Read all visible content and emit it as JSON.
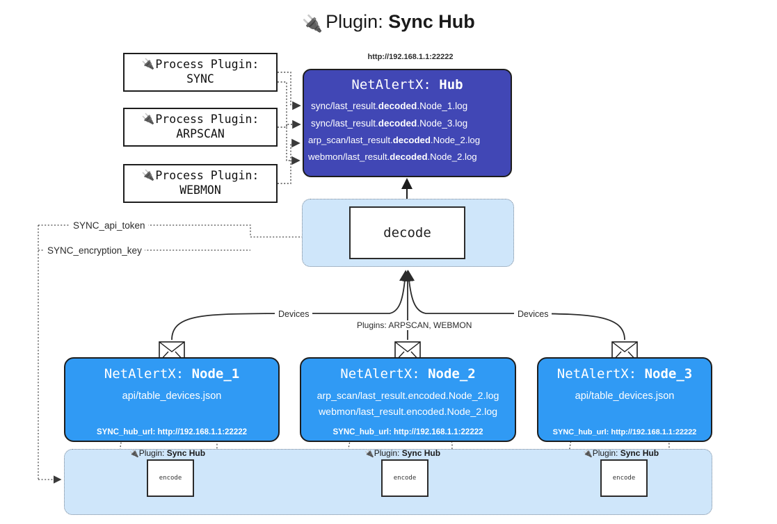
{
  "title": {
    "icon": "plug-icon",
    "prefix": "Plugin: ",
    "name": "Sync Hub"
  },
  "process_plugins": [
    {
      "icon": "plug-icon",
      "line1": "Process Plugin:",
      "line2": "SYNC"
    },
    {
      "icon": "plug-icon",
      "line1": "Process Plugin:",
      "line2": "ARPSCAN"
    },
    {
      "icon": "plug-icon",
      "line1": "Process Plugin:",
      "line2": "WEBMON"
    }
  ],
  "hub": {
    "url": "http://192.168.1.1:22222",
    "title_prefix": "NetAlertX: ",
    "title_name": "Hub",
    "logs": [
      {
        "pre": "sync/last_result.",
        "mid": "decoded",
        "post": ".Node_1.log"
      },
      {
        "pre": "sync/last_result.",
        "mid": "decoded",
        "post": ".Node_3.log"
      },
      {
        "pre": "arp_scan/last_result.",
        "mid": "decoded",
        "post": ".Node_2.log"
      },
      {
        "pre": "webmon/last_result.",
        "mid": "decoded",
        "post": ".Node_2.log"
      }
    ]
  },
  "decode": {
    "label": "decode"
  },
  "tokens": {
    "api_token": "SYNC_api_token",
    "encryption_key": "SYNC_encryption_key"
  },
  "edge_labels": {
    "devices_left": "Devices",
    "devices_right": "Devices",
    "plugins": "Plugins: ARPSCAN, WEBMON"
  },
  "nodes": [
    {
      "title_prefix": "NetAlertX: ",
      "title_name": "Node_1",
      "lines": [
        "api/table_devices.json"
      ],
      "url_label": "SYNC_hub_url: http://192.168.1.1:22222",
      "envelope_icon": "envelope-icon"
    },
    {
      "title_prefix": "NetAlertX: ",
      "title_name": "Node_2",
      "lines": [
        "arp_scan/last_result.encoded.Node_2.log",
        "webmon/last_result.encoded.Node_2.log"
      ],
      "url_label": "SYNC_hub_url: http://192.168.1.1:22222",
      "envelope_icon": "envelope-icon"
    },
    {
      "title_prefix": "NetAlertX: ",
      "title_name": "Node_3",
      "lines": [
        "api/table_devices.json"
      ],
      "url_label": "SYNC_hub_url: http://192.168.1.1:22222",
      "envelope_icon": "envelope-icon"
    }
  ],
  "encoders": [
    {
      "label": "encode",
      "plugin_prefix": "Plugin: ",
      "plugin_name": "Sync Hub",
      "icon": "plug-icon"
    },
    {
      "label": "encode",
      "plugin_prefix": "Plugin: ",
      "plugin_name": "Sync Hub",
      "icon": "plug-icon"
    },
    {
      "label": "encode",
      "plugin_prefix": "Plugin: ",
      "plugin_name": "Sync Hub",
      "icon": "plug-icon"
    }
  ],
  "colors": {
    "hub_fill": "#4147b5",
    "node_fill": "#309af4",
    "container_fill": "#cfe6fa",
    "stroke": "#1d1d1d"
  }
}
